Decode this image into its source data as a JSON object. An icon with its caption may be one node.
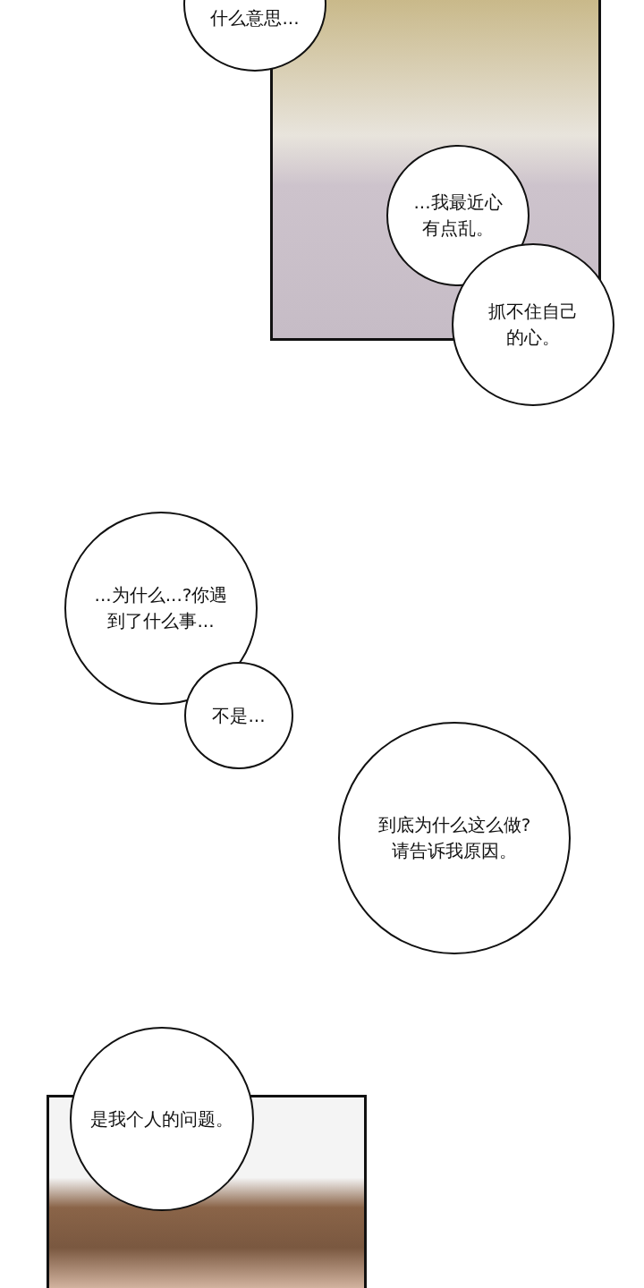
{
  "diagram": {
    "nodes": [
      {
        "text": [
          "什么意思..."
        ]
      },
      {
        "text": [
          "...我最近心有点乱。"
        ]
      },
      {
        "text": [
          "抓不住自己的心。"
        ]
      },
      {
        "text": [
          "...为什么...?你遇到了什么事..."
        ]
      },
      {
        "text": [
          "不是..."
        ]
      },
      {
        "text": [
          "到底为什么这么做?请告诉我原因。"
        ]
      },
      {
        "text": [
          "是我个人的问题。"
        ]
      }
    ]
  }
}
